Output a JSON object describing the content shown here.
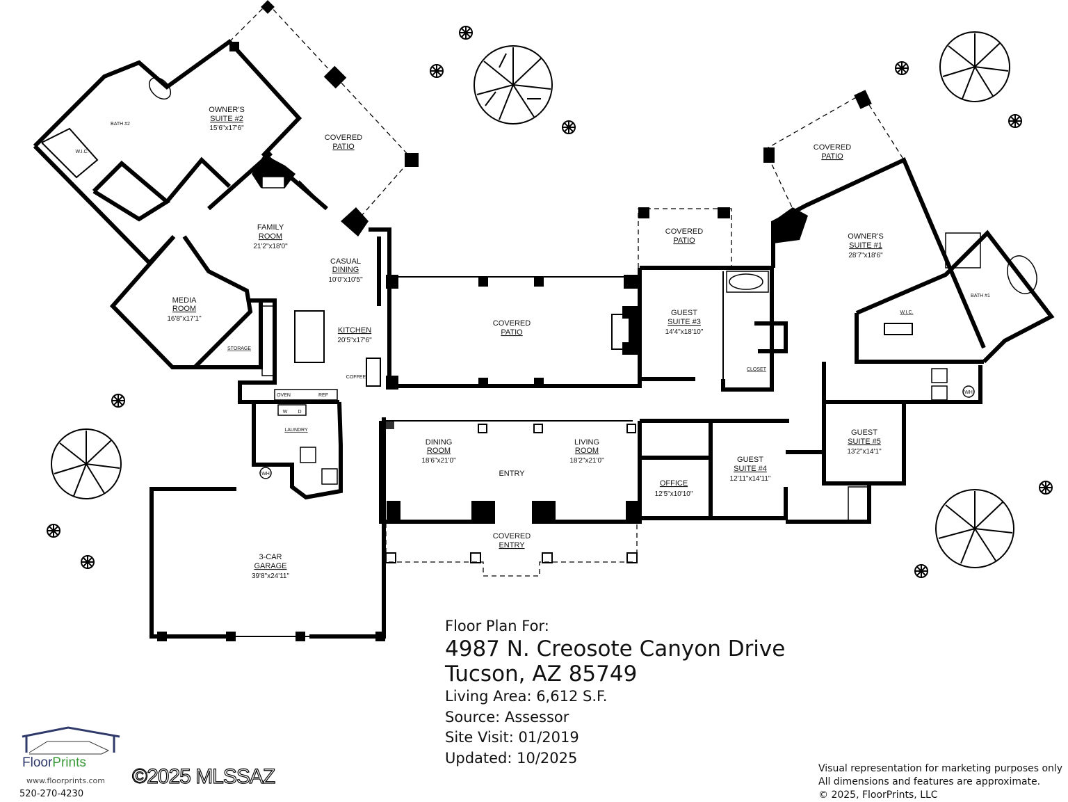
{
  "rooms": {
    "owners_suite_2": {
      "name": "OWNER'S SUITE #2",
      "line1": "OWNER'S",
      "line2": "SUITE #2",
      "dims": "15'6\"x17'6\""
    },
    "bath_2": {
      "name": "BATH #2"
    },
    "wic_left": {
      "name": "W.I.C."
    },
    "covered_patio_nw": {
      "line1": "COVERED",
      "line2": "PATIO"
    },
    "family_room": {
      "line1": "FAMILY",
      "line2": "ROOM",
      "dims": "21'2\"x18'0\""
    },
    "casual_dining": {
      "line1": "CASUAL",
      "line2": "DINING",
      "dims": "10'0\"x10'5\""
    },
    "media_room": {
      "line1": "MEDIA",
      "line2": "ROOM",
      "dims": "16'8\"x17'1\""
    },
    "storage": {
      "name": "STORAGE"
    },
    "kitchen": {
      "name": "KITCHEN",
      "dims": "20'5\"x17'6\""
    },
    "coffee": {
      "name": "COFFEE"
    },
    "oven": {
      "name": "OVEN"
    },
    "ref": {
      "name": "REF"
    },
    "washer": {
      "name": "W"
    },
    "dryer": {
      "name": "D"
    },
    "laundry": {
      "name": "LAUNDRY"
    },
    "wh_left": {
      "name": "WH"
    },
    "covered_patio_center": {
      "line1": "COVERED",
      "line2": "PATIO"
    },
    "covered_patio_guest": {
      "line1": "COVERED",
      "line2": "PATIO"
    },
    "guest_suite_3": {
      "line1": "GUEST",
      "line2": "SUITE #3",
      "dims": "14'4\"x18'10\""
    },
    "closet": {
      "name": "CLOSET"
    },
    "covered_patio_ne": {
      "line1": "COVERED",
      "line2": "PATIO"
    },
    "owners_suite_1": {
      "line1": "OWNER'S",
      "line2": "SUITE #1",
      "dims": "28'7\"x18'6\""
    },
    "wic_right": {
      "name": "W.I.C."
    },
    "bath_1": {
      "name": "BATH #1"
    },
    "wh_right": {
      "name": "WH"
    },
    "dining_room": {
      "line1": "DINING",
      "line2": "ROOM",
      "dims": "18'6\"x21'0\""
    },
    "living_room": {
      "line1": "LIVING",
      "line2": "ROOM",
      "dims": "18'2\"x21'0\""
    },
    "entry": {
      "name": "ENTRY"
    },
    "office": {
      "name": "OFFICE",
      "dims": "12'5\"x10'10\""
    },
    "guest_suite_4": {
      "line1": "GUEST",
      "line2": "SUITE #4",
      "dims": "12'11\"x14'11\""
    },
    "guest_suite_5": {
      "line1": "GUEST",
      "line2": "SUITE #5",
      "dims": "13'2\"x14'1\""
    },
    "covered_entry": {
      "line1": "COVERED",
      "line2": "ENTRY"
    },
    "garage": {
      "line1": "3-CAR",
      "line2": "GARAGE",
      "dims": "39'8\"x24'11\""
    }
  },
  "info": {
    "heading": "Floor Plan For:",
    "address1": "4987 N. Creosote Canyon Drive",
    "address2": "Tucson, AZ  85749",
    "living_area": "Living Area:  6,612 S.F.",
    "source": "Source:  Assessor",
    "site_visit": "Site Visit:  01/2019",
    "updated": "Updated:  10/2025"
  },
  "disclaimer": {
    "line1": "Visual representation for marketing purposes only",
    "line2": "All dimensions and features are approximate.",
    "line3": "© 2025, FloorPrints, LLC"
  },
  "logo": {
    "brand_a": "Floor",
    "brand_b": "Prints",
    "website": "www.floorprints.com",
    "phone": "520-270-4230"
  },
  "watermark": "©2025 MLSSAZ",
  "colors": {
    "logo_blue": "#2f3a6b",
    "logo_green": "#3a9a3a"
  }
}
